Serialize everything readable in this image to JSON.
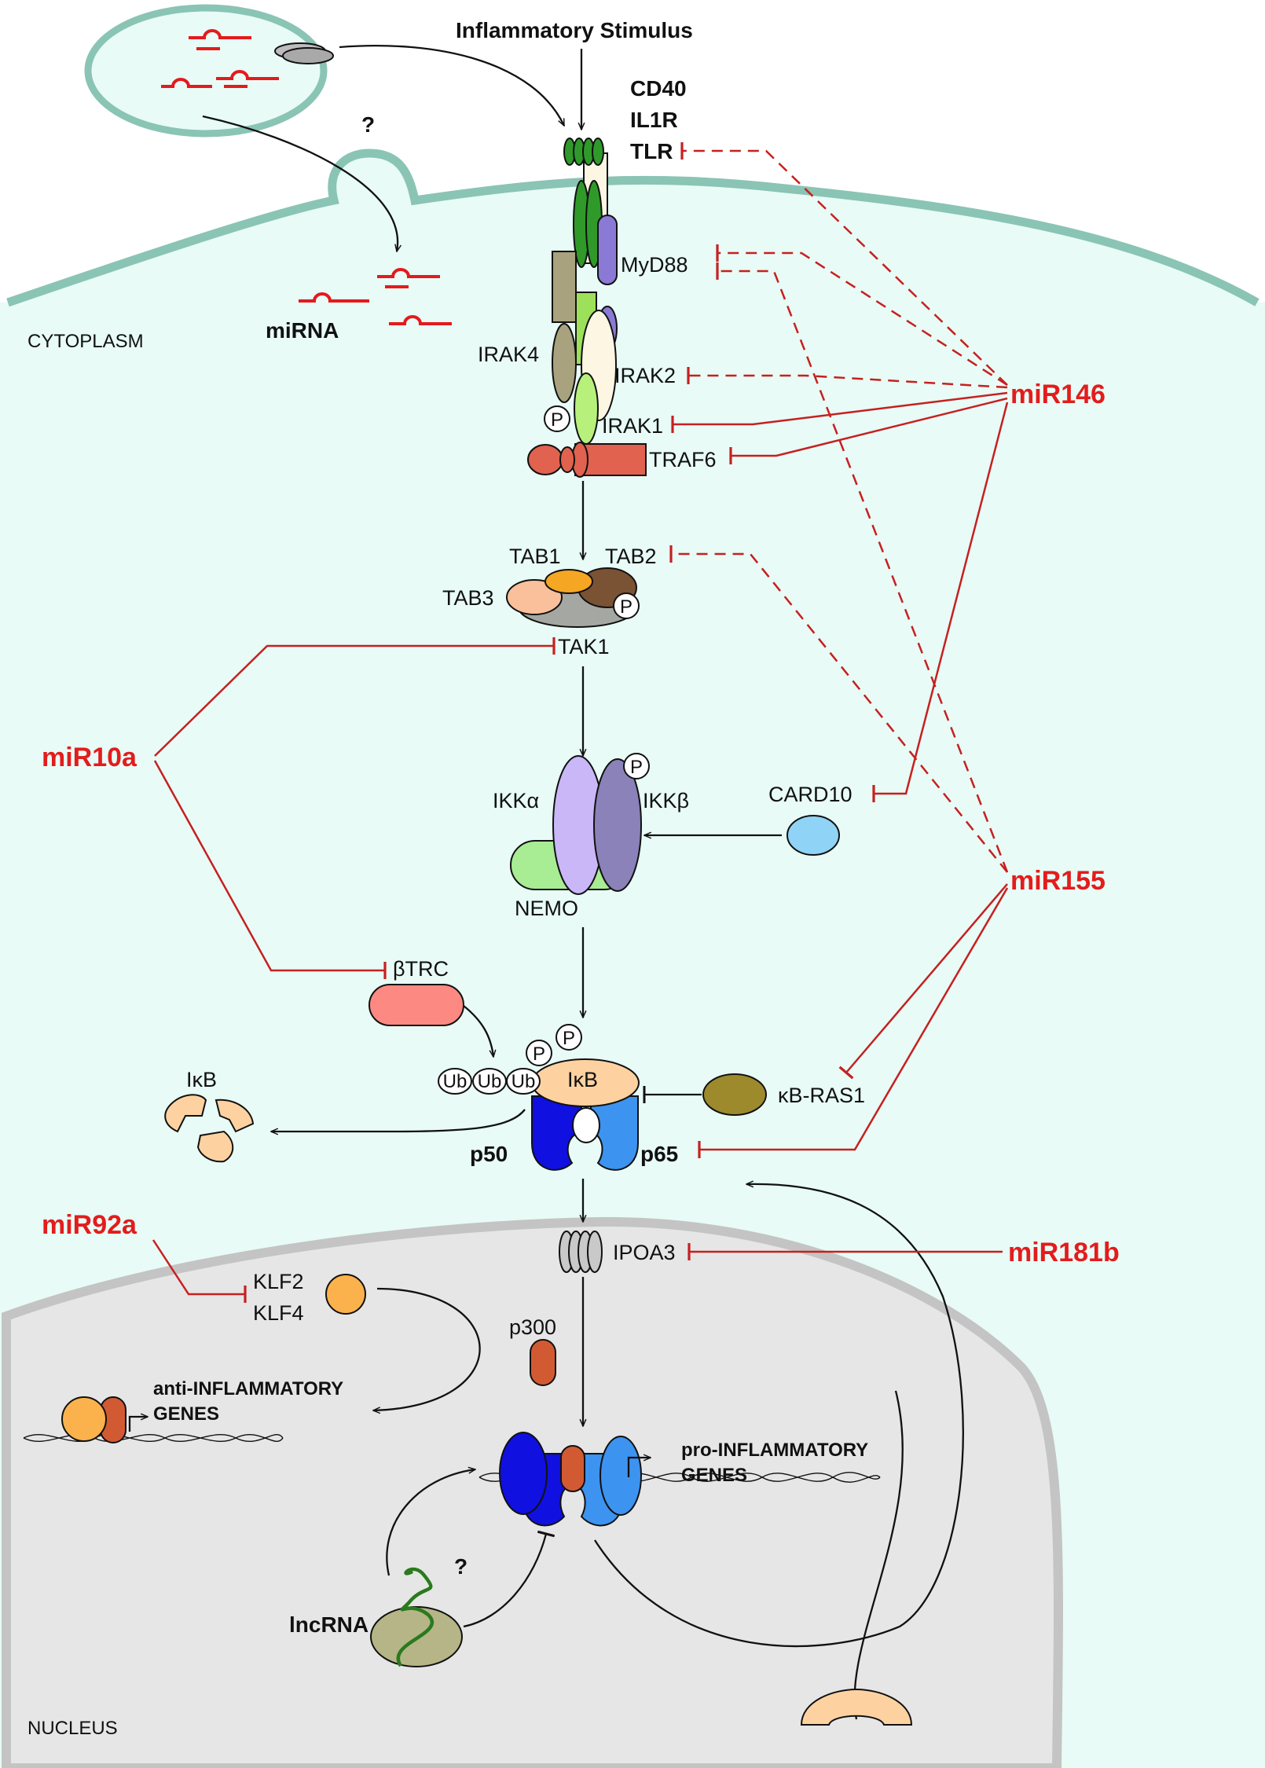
{
  "title": "Inflammatory Stimulus",
  "compartments": {
    "cytoplasm": "CYTOPLASM",
    "nucleus": "NUCLEUS"
  },
  "receptors": [
    "CD40",
    "IL1R",
    "TLR"
  ],
  "proteins": {
    "myd88": "MyD88",
    "irak4": "IRAK4",
    "irak2": "IRAK2",
    "irak1": "IRAK1",
    "traf6": "TRAF6",
    "tab1": "TAB1",
    "tab2": "TAB2",
    "tab3": "TAB3",
    "tak1": "TAK1",
    "ikka": "IKKα",
    "ikkb": "IKKβ",
    "nemo": "NEMO",
    "card10": "CARD10",
    "btrc": "βTRC",
    "ikb": "IκB",
    "ikb_degraded": "IκB",
    "kbras1": "κB-RAS1",
    "p50": "p50",
    "p65": "p65",
    "ipoa3": "IPOA3",
    "klf2": "KLF2",
    "klf4": "KLF4",
    "p300": "p300"
  },
  "badges": {
    "phospho": "P",
    "ubiquitin": "Ub"
  },
  "rna": {
    "mirna": "miRNA",
    "lncrna": "lncRNA",
    "unknown": "?"
  },
  "genes": {
    "anti": [
      "anti-INFLAMMATORY",
      "GENES"
    ],
    "pro": [
      "pro-INFLAMMATORY",
      "GENES"
    ]
  },
  "micrornas": [
    "miR146",
    "miR10a",
    "miR155",
    "miR92a",
    "miR181b"
  ],
  "colors": {
    "cell_fill": "#e8fbf6",
    "membrane": "#8ac4b4",
    "nucleus_fill": "#e6e6e6",
    "nucleus_edge": "#c4c4c4",
    "inhibition": "#c62020",
    "mirna_label": "#e31c1c",
    "p50": "#1010e0",
    "p65": "#3d93f0",
    "ikb": "#fdd2a0",
    "traf6": "#e0624f",
    "receptor": "#2f9a2a"
  }
}
